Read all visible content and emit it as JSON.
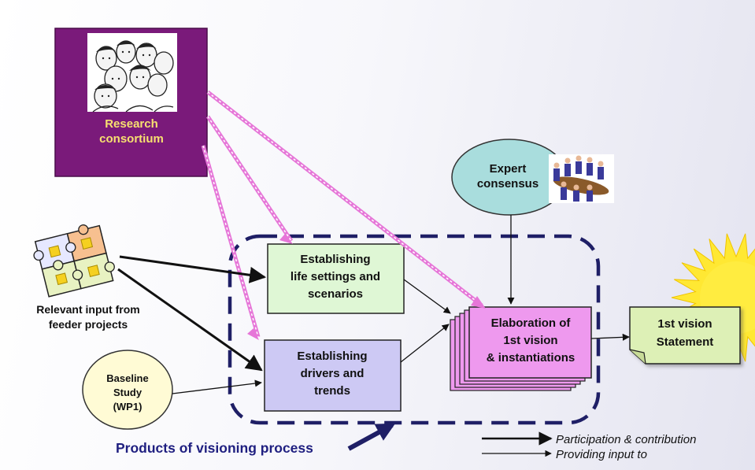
{
  "nodes": {
    "research": {
      "line1": "Research",
      "line2": "consortium"
    },
    "expert": {
      "line1": "Expert",
      "line2": "consensus"
    },
    "feeder": {
      "line1": "Relevant input  from",
      "line2": "feeder projects"
    },
    "baseline": {
      "line1": "Baseline",
      "line2": "Study",
      "line3": "(WP1)"
    },
    "life": {
      "line1": "Establishing",
      "line2": "life settings and",
      "line3": "scenarios"
    },
    "drivers": {
      "line1": "Establishing",
      "line2": "drivers and",
      "line3": "trends"
    },
    "elaboration": {
      "line1": "Elaboration of",
      "line2": "1st vision",
      "line3": "& instantiations"
    },
    "vision": {
      "line1": "1st vision",
      "line2": "Statement"
    }
  },
  "products_label": "Products of visioning process",
  "legend": {
    "participation": "Participation & contribution",
    "input": "Providing input to"
  },
  "colors": {
    "research_fill": "#7a1a7a",
    "research_text": "#f7e070",
    "expert_fill": "#a9dddd",
    "baseline_fill": "#fffbd5",
    "life_fill": "#dff7d5",
    "drivers_fill": "#cdc9f4",
    "elaboration_fill": "#ee99ee",
    "vision_fill": "#ddf0b6",
    "sun_fill": "#ffe833",
    "dashed_frame": "#1f1f66",
    "pink_arrow": "#e676d8",
    "products_label": "#1f1f80"
  },
  "icons": [
    "people-sketch-icon",
    "puzzle-icon",
    "meeting-people-icon",
    "sun-icon"
  ]
}
